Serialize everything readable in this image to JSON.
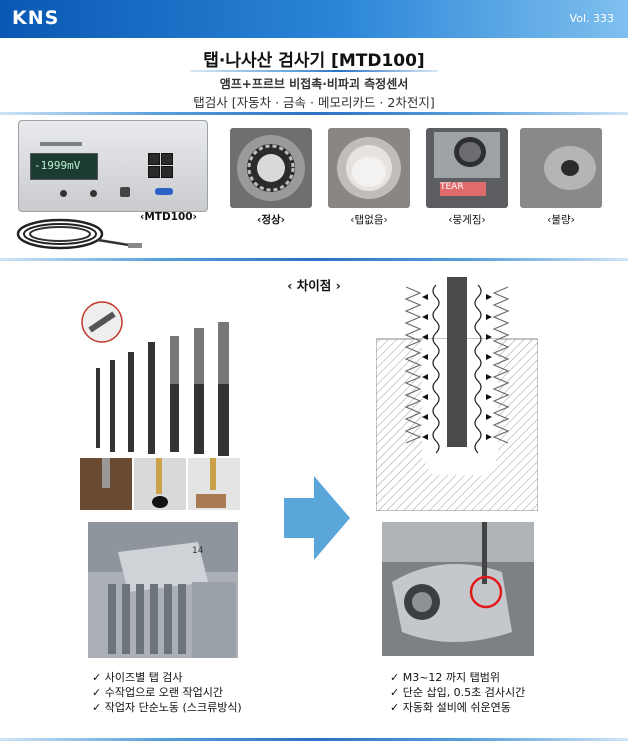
{
  "header": {
    "logo": "KNS",
    "volume": "Vol. 333"
  },
  "product": {
    "title": "탭·나사산 검사기 [MTD100]",
    "subtitle_line1": "앰프+프르브 비접촉·비파괴 측정센서",
    "subtitle_line2": "탭검사 [자동차 · 금속 · 메모리카드 · 2차전지]"
  },
  "device": {
    "display_value": "-1999mV",
    "label": "‹MTD100›"
  },
  "samples": [
    {
      "caption": "‹정상›",
      "bold": true
    },
    {
      "caption": "‹탭없음›",
      "bold": false
    },
    {
      "caption": "‹뭉게짐›",
      "bold": false,
      "tag": "TEAR"
    },
    {
      "caption": "‹불량›",
      "bold": false
    }
  ],
  "comparison": {
    "heading": "‹ 차이점 ›",
    "dial_number": "14",
    "before_points": [
      "✓ 사이즈별 탭 검사",
      "✓ 수작업으로 오랜 작업시간",
      "✓ 작업자 단순노동 (스크류방식)"
    ],
    "after_points": [
      "✓ M3~12 까지 탭범위",
      "✓ 단순 삽입, 0.5초 검사시간",
      "✓ 자동화 설비에 쉬운연동"
    ]
  },
  "colors": {
    "brand_blue": "#0a58b3",
    "arrow_blue": "#5aa5da",
    "highlight_red": "#e11b1b"
  }
}
